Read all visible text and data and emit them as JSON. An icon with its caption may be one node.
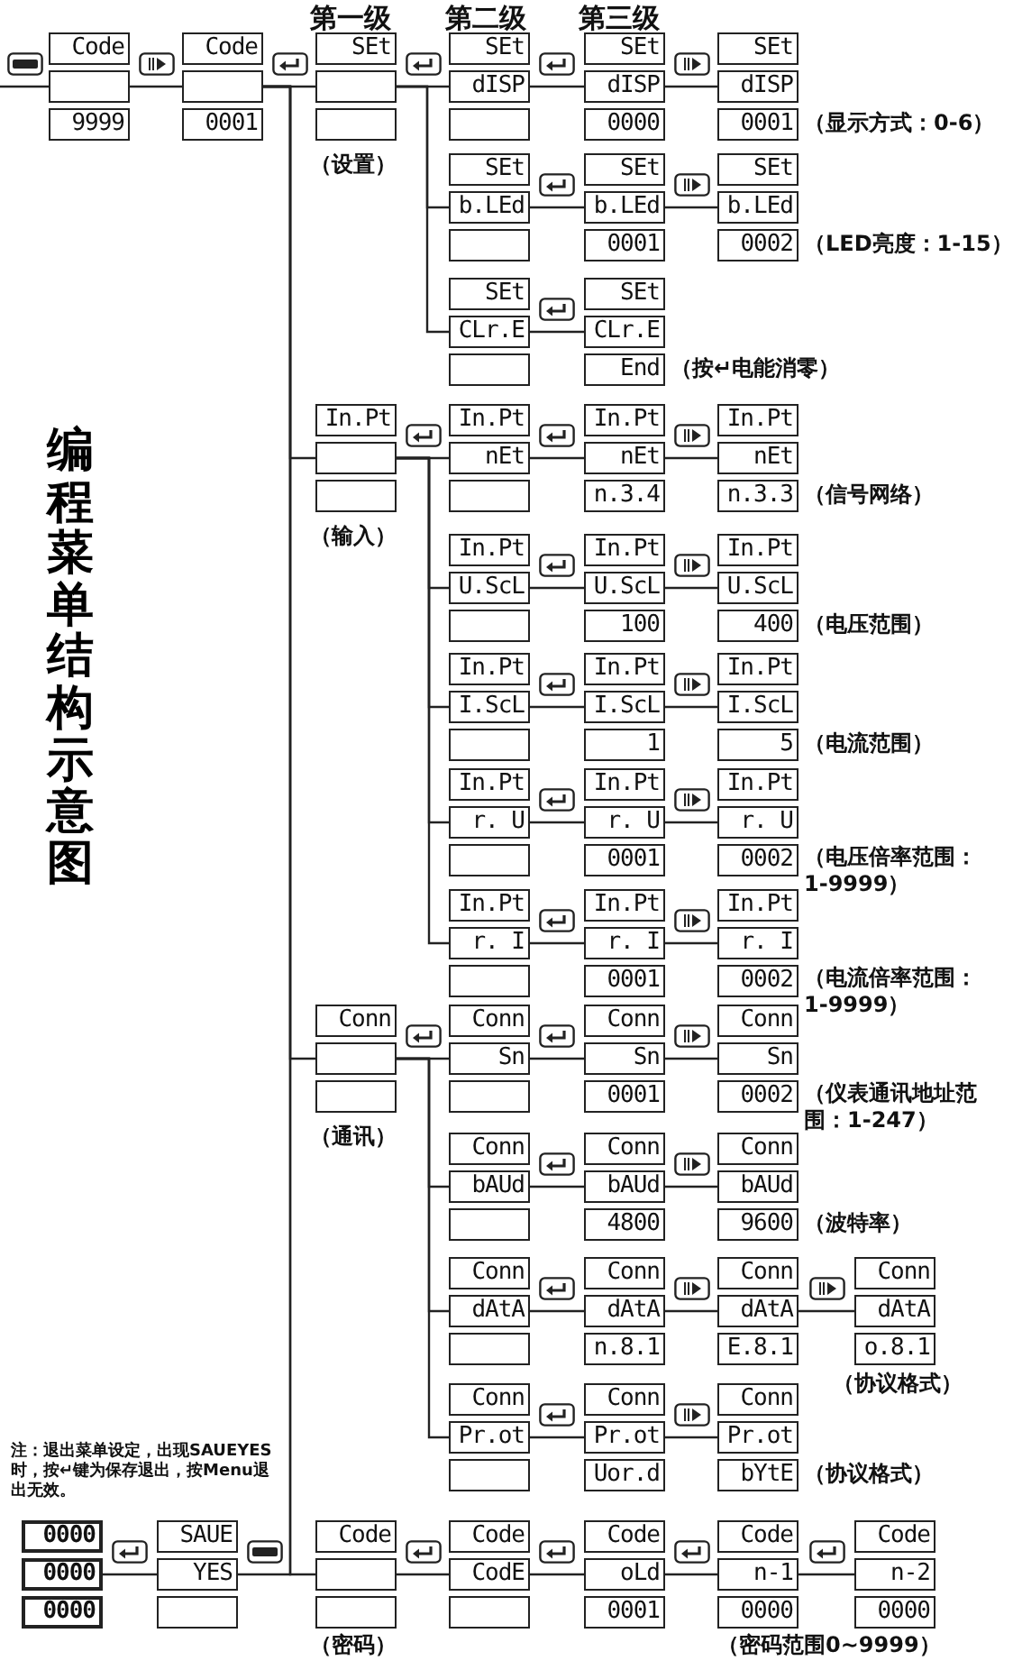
{
  "diagram": {
    "title": "编程菜单结构示意图",
    "nodes": [
      {
        "text": [
          "Code",
          "9999"
        ]
      },
      {
        "text": [
          "Code",
          "0001"
        ]
      },
      {
        "text": [
          "SEt"
        ],
        "beside": [
          "（设置）"
        ]
      },
      {
        "text": [
          "SEt",
          "dISP"
        ]
      },
      {
        "text": [
          "SEt",
          "dISP",
          "0000"
        ]
      },
      {
        "text": [
          "SEt",
          "dISP",
          "0001"
        ],
        "beside": [
          "（显示方式：0-6）"
        ]
      },
      {
        "text": [
          "SEt",
          "b.LEd"
        ]
      },
      {
        "text": [
          "SEt",
          "b.LEd",
          "0001"
        ]
      },
      {
        "text": [
          "SEt",
          "b.LEd",
          "0002"
        ],
        "beside": [
          "（LED亮度：1-15）"
        ]
      },
      {
        "text": [
          "SEt",
          "CLr.E"
        ]
      },
      {
        "text": [
          "SEt",
          "CLr.E",
          "End"
        ],
        "beside": [
          "（按↵电能消零）"
        ]
      },
      {
        "text": [
          "In.Pt"
        ],
        "beside": [
          "（输入）"
        ]
      },
      {
        "text": [
          "In.Pt",
          "nEt"
        ]
      },
      {
        "text": [
          "In.Pt",
          "nEt",
          "n.3.4"
        ]
      },
      {
        "text": [
          "In.Pt",
          "nEt",
          "n.3.3"
        ],
        "beside": [
          "（信号网络）"
        ]
      },
      {
        "text": [
          "In.Pt",
          "U.ScL"
        ]
      },
      {
        "text": [
          "In.Pt",
          "U.ScL",
          "100"
        ]
      },
      {
        "text": [
          "In.Pt",
          "U.ScL",
          "400"
        ],
        "beside": [
          "（电压范围）"
        ]
      },
      {
        "text": [
          "In.Pt",
          "I.ScL"
        ]
      },
      {
        "text": [
          "In.Pt",
          "I.ScL",
          "1"
        ]
      },
      {
        "text": [
          "In.Pt",
          "I.ScL",
          "5"
        ],
        "beside": [
          "（电流范围）"
        ]
      },
      {
        "text": [
          "In.Pt",
          "r. U"
        ]
      },
      {
        "text": [
          "In.Pt",
          "r. U",
          "0001"
        ]
      },
      {
        "text": [
          "In.Pt",
          "r. U",
          "0002"
        ],
        "beside": [
          "（电压倍率范围：1-9999）"
        ]
      },
      {
        "text": [
          "In.Pt",
          "r. I"
        ]
      },
      {
        "text": [
          "In.Pt",
          "r. I",
          "0001"
        ]
      },
      {
        "text": [
          "In.Pt",
          "r. I",
          "0002"
        ],
        "beside": [
          "（电流倍率范围：1-9999）"
        ]
      },
      {
        "text": [
          "Conn"
        ],
        "beside": [
          "（通讯）"
        ]
      },
      {
        "text": [
          "Conn",
          "Sn"
        ]
      },
      {
        "text": [
          "Conn",
          "Sn",
          "0001"
        ]
      },
      {
        "text": [
          "Conn",
          "Sn",
          "0002"
        ],
        "beside": [
          "（仪表通讯地址范围：1-247）"
        ]
      },
      {
        "text": [
          "Conn",
          "bAUd"
        ]
      },
      {
        "text": [
          "Conn",
          "bAUd",
          "4800"
        ]
      },
      {
        "text": [
          "Conn",
          "bAUd",
          "9600"
        ],
        "beside": [
          "（波特率）"
        ]
      },
      {
        "text": [
          "Conn",
          "dAtA"
        ]
      },
      {
        "text": [
          "Conn",
          "dAtA",
          "n.8.1"
        ]
      },
      {
        "text": [
          "Conn",
          "dAtA",
          "E.8.1"
        ]
      },
      {
        "text": [
          "Conn",
          "dAtA",
          "o.8.1"
        ],
        "beside": [
          "（协议格式）"
        ]
      },
      {
        "text": [
          "Conn",
          "Pr.ot"
        ]
      },
      {
        "text": [
          "Conn",
          "Pr.ot",
          "Uor.d"
        ]
      },
      {
        "text": [
          "Conn",
          "Pr.ot",
          "bYtE"
        ],
        "beside": [
          "（协议格式）"
        ]
      },
      {
        "text": [
          "0000",
          "0000",
          "0000"
        ]
      },
      {
        "text": [
          "SAUE",
          "YES"
        ]
      },
      {
        "text": [
          "Code"
        ],
        "beside": [
          "（密码）"
        ]
      },
      {
        "text": [
          "Code",
          "CodE"
        ]
      },
      {
        "text": [
          "Code",
          "oLd",
          "0001"
        ]
      },
      {
        "text": [
          "Code",
          "n-1",
          "0000"
        ]
      },
      {
        "text": [
          "Code",
          "n-2",
          "0000"
        ],
        "beside": [
          "（密码范围0~9999）"
        ]
      }
    ],
    "edges": [
      {
        "from": null,
        "to": 0,
        "arrow": "none"
      },
      {
        "from": 0,
        "to": 1,
        "arrow": "none"
      },
      {
        "from": 1,
        "to": 2,
        "arrow": "none"
      },
      {
        "from": 1,
        "to": 11,
        "arrow": "none"
      },
      {
        "from": 1,
        "to": 27,
        "arrow": "none"
      },
      {
        "from": 1,
        "to": 43,
        "arrow": "none"
      },
      {
        "from": 1,
        "to": 42,
        "arrow": "none"
      },
      {
        "from": 2,
        "to": 3,
        "arrow": "none"
      },
      {
        "from": 2,
        "to": 6,
        "arrow": "none"
      },
      {
        "from": 2,
        "to": 9,
        "arrow": "none"
      },
      {
        "from": 3,
        "to": 4,
        "arrow": "none"
      },
      {
        "from": 4,
        "to": 5,
        "arrow": "none"
      },
      {
        "from": 6,
        "to": 7,
        "arrow": "none"
      },
      {
        "from": 7,
        "to": 8,
        "arrow": "none"
      },
      {
        "from": 9,
        "to": 10,
        "arrow": "none"
      },
      {
        "from": 11,
        "to": 12,
        "arrow": "none"
      },
      {
        "from": 11,
        "to": 15,
        "arrow": "none"
      },
      {
        "from": 11,
        "to": 18,
        "arrow": "none"
      },
      {
        "from": 11,
        "to": 21,
        "arrow": "none"
      },
      {
        "from": 11,
        "to": 24,
        "arrow": "none"
      },
      {
        "from": 12,
        "to": 13,
        "arrow": "none"
      },
      {
        "from": 13,
        "to": 14,
        "arrow": "none"
      },
      {
        "from": 15,
        "to": 16,
        "arrow": "none"
      },
      {
        "from": 16,
        "to": 17,
        "arrow": "none"
      },
      {
        "from": 18,
        "to": 19,
        "arrow": "none"
      },
      {
        "from": 19,
        "to": 20,
        "arrow": "none"
      },
      {
        "from": 21,
        "to": 22,
        "arrow": "none"
      },
      {
        "from": 22,
        "to": 23,
        "arrow": "none"
      },
      {
        "from": 24,
        "to": 25,
        "arrow": "none"
      },
      {
        "from": 25,
        "to": 26,
        "arrow": "none"
      },
      {
        "from": 27,
        "to": 28,
        "arrow": "none"
      },
      {
        "from": 27,
        "to": 31,
        "arrow": "none"
      },
      {
        "from": 27,
        "to": 34,
        "arrow": "none"
      },
      {
        "from": 27,
        "to": 38,
        "arrow": "none"
      },
      {
        "from": 28,
        "to": 29,
        "arrow": "none"
      },
      {
        "from": 29,
        "to": 30,
        "arrow": "none"
      },
      {
        "from": 31,
        "to": 32,
        "arrow": "none"
      },
      {
        "from": 32,
        "to": 33,
        "arrow": "none"
      },
      {
        "from": 34,
        "to": 35,
        "arrow": "none"
      },
      {
        "from": 35,
        "to": 36,
        "arrow": "none"
      },
      {
        "from": 36,
        "to": 37,
        "arrow": "none"
      },
      {
        "from": 38,
        "to": 39,
        "arrow": "none"
      },
      {
        "from": 39,
        "to": 40,
        "arrow": "none"
      },
      {
        "from": 42,
        "to": 41,
        "arrow": "none"
      },
      {
        "from": 43,
        "to": 44,
        "arrow": "none"
      },
      {
        "from": 44,
        "to": 45,
        "arrow": "none"
      },
      {
        "from": 45,
        "to": 46,
        "arrow": "none"
      },
      {
        "from": 46,
        "to": 47,
        "arrow": "none"
      }
    ],
    "labels": [
      "第一级",
      "第二级",
      "第三级",
      "注：退出菜单设定，出现SAUEYES时，按↵键为保存退出，按Menu退出无效。"
    ]
  }
}
